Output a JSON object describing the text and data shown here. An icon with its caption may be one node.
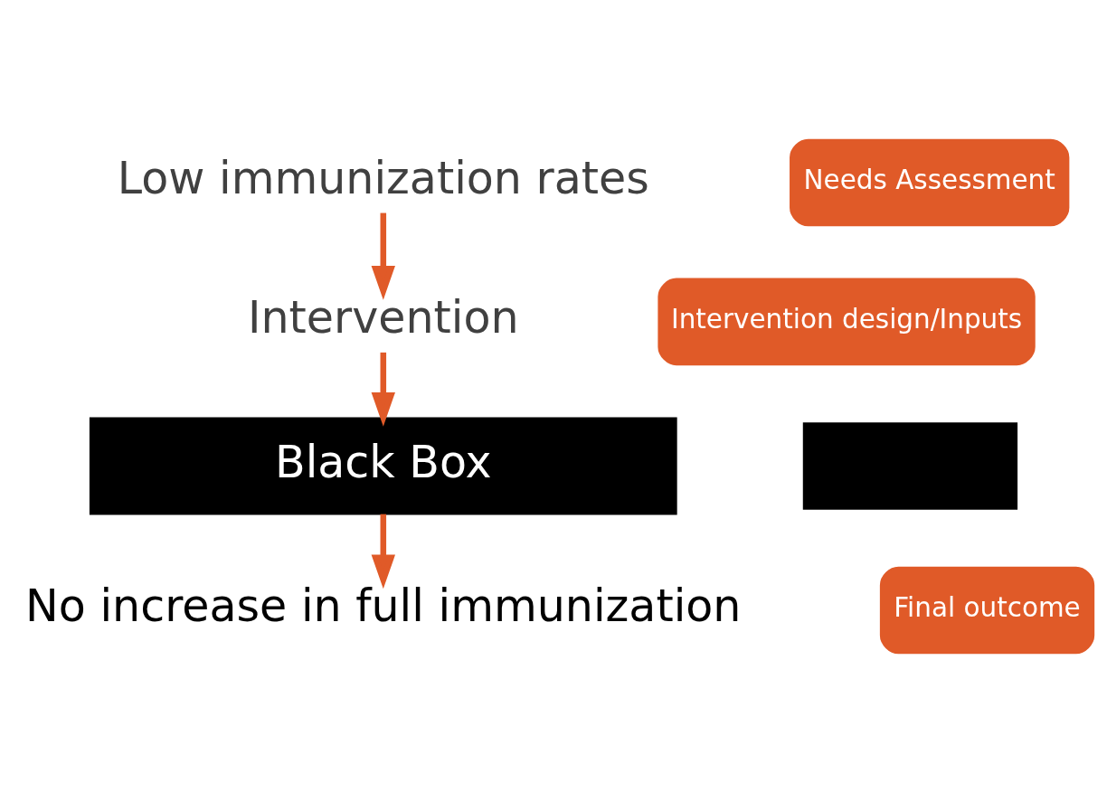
{
  "diagram": {
    "nodes": [
      {
        "text": [
          "Low immunization rates"
        ]
      },
      {
        "text": [
          "Intervention"
        ]
      },
      {
        "text": [
          "Black Box"
        ]
      },
      {
        "text": [
          "No increase in full immunization"
        ]
      },
      {
        "text": [
          "Needs Assessment"
        ]
      },
      {
        "text": [
          "Intervention design/Inputs"
        ]
      },
      {
        "text": [],
        "shape": "box"
      },
      {
        "text": [
          "Final outcome"
        ]
      }
    ],
    "edges": [
      {
        "from": 0,
        "to": 1,
        "arrow": "to"
      },
      {
        "from": 1,
        "to": 2,
        "arrow": "to"
      },
      {
        "from": 2,
        "to": 3,
        "arrow": "to"
      }
    ]
  }
}
